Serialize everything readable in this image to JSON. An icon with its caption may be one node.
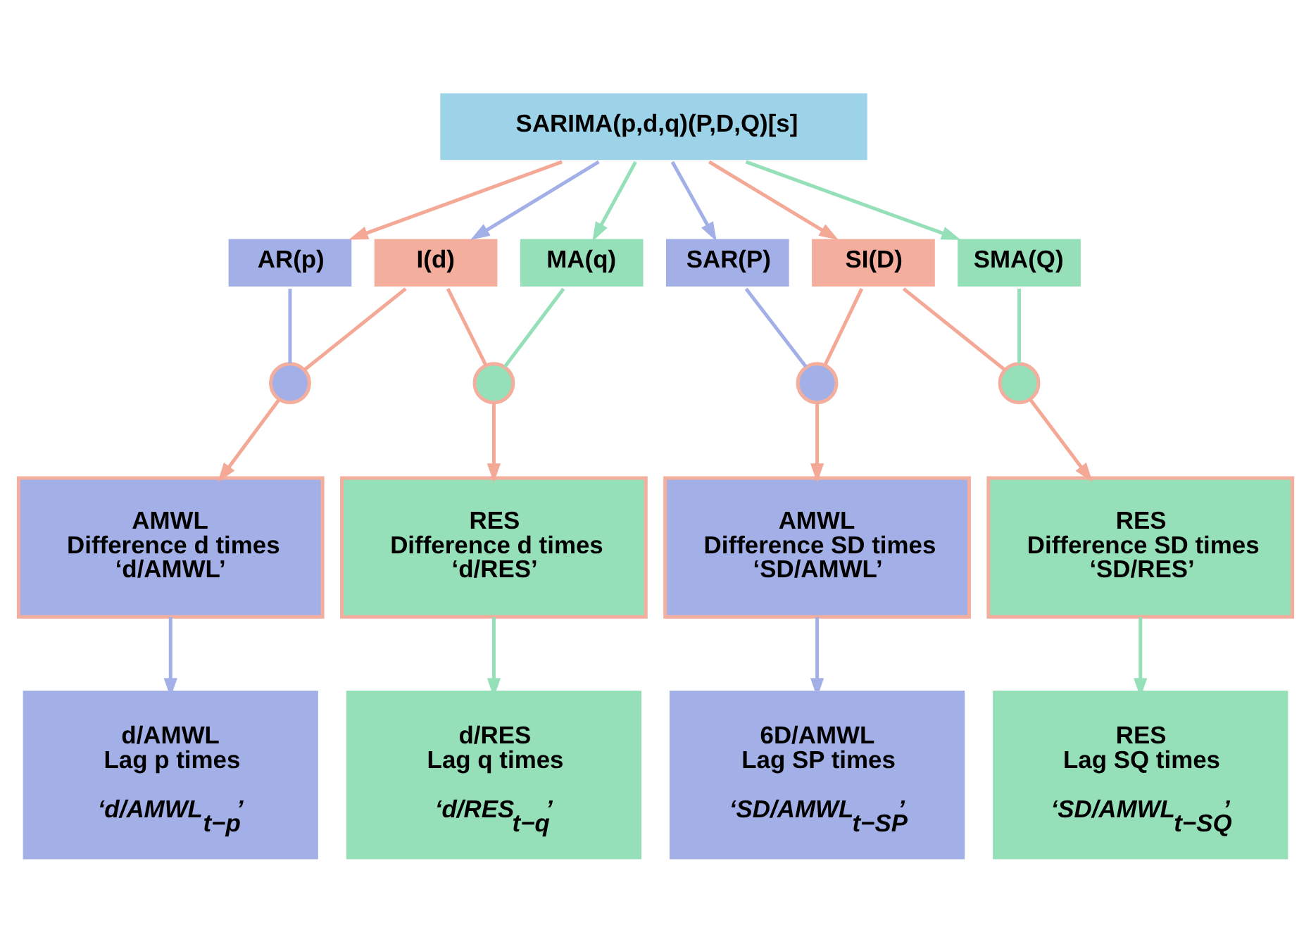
{
  "diagram": {
    "nodes": [
      {
        "text": [
          "SARIMA(p,d,q)(P,D,Q)[s]"
        ]
      },
      {
        "text": [
          "AR(p)"
        ]
      },
      {
        "text": [
          "I(d)"
        ]
      },
      {
        "text": [
          "MA(q)"
        ]
      },
      {
        "text": [
          "SAR(P)"
        ]
      },
      {
        "text": [
          "SI(D)"
        ]
      },
      {
        "text": [
          "SMA(Q)"
        ]
      },
      {
        "text": [],
        "shape": "circle"
      },
      {
        "text": [],
        "shape": "circle"
      },
      {
        "text": [],
        "shape": "circle"
      },
      {
        "text": [],
        "shape": "circle"
      },
      {
        "text": [
          "AMWL",
          "Difference d times",
          "‘d/AMWL’"
        ]
      },
      {
        "text": [
          "RES",
          "Difference d times",
          "‘d/RES’"
        ]
      },
      {
        "text": [
          "AMWL",
          "Difference SD times",
          "‘SD/AMWL’"
        ]
      },
      {
        "text": [
          "RES",
          "Difference SD times",
          "‘SD/RES’"
        ]
      },
      {
        "text": [
          "d/AMWL",
          "Lag p times",
          "‘d/AMWL$_{t−p}$’"
        ]
      },
      {
        "text": [
          "d/RES",
          "Lag q times",
          "‘d/RES$_{t−q}$’"
        ]
      },
      {
        "text": [
          "6D/AMWL",
          "Lag SP times",
          "‘SD/AMWL$_{t−SP}$’"
        ]
      },
      {
        "text": [
          "RES",
          "Lag SQ times",
          "‘SD/AMWL$_{t−SQ}$’"
        ]
      }
    ],
    "edges": [
      {
        "from": 0,
        "to": 1,
        "arrow": "to"
      },
      {
        "from": 0,
        "to": 2,
        "arrow": "to",
        "color": "#a3b0e8"
      },
      {
        "from": 0,
        "to": 3,
        "arrow": "to",
        "color": "#95dfb9"
      },
      {
        "from": 0,
        "to": 4,
        "arrow": "to",
        "color": "#a3b0e8"
      },
      {
        "from": 0,
        "to": 5,
        "arrow": "to"
      },
      {
        "from": 0,
        "to": 6,
        "arrow": "to",
        "color": "#95dfb9"
      },
      {
        "from": 1,
        "to": 7,
        "arrow": "none",
        "color": "#a3b0e8"
      },
      {
        "from": 2,
        "to": 7,
        "arrow": "none"
      },
      {
        "from": 2,
        "to": 8,
        "arrow": "none"
      },
      {
        "from": 3,
        "to": 8,
        "arrow": "none",
        "color": "#95dfb9"
      },
      {
        "from": 4,
        "to": 9,
        "arrow": "none",
        "color": "#a3b0e8"
      },
      {
        "from": 5,
        "to": 9,
        "arrow": "none"
      },
      {
        "from": 5,
        "to": 10,
        "arrow": "none"
      },
      {
        "from": 6,
        "to": 10,
        "arrow": "none",
        "color": "#95dfb9"
      },
      {
        "from": 7,
        "to": 11,
        "arrow": "to"
      },
      {
        "from": 8,
        "to": 12,
        "arrow": "to"
      },
      {
        "from": 9,
        "to": 13,
        "arrow": "to"
      },
      {
        "from": 10,
        "to": 14,
        "arrow": "to"
      },
      {
        "from": 11,
        "to": 15,
        "arrow": "to",
        "color": "#a3b0e8"
      },
      {
        "from": 12,
        "to": 16,
        "arrow": "to",
        "color": "#95dfb9"
      },
      {
        "from": 13,
        "to": 17,
        "arrow": "to",
        "color": "#a3b0e8"
      },
      {
        "from": 14,
        "to": 18,
        "arrow": "to",
        "color": "#95dfb9"
      }
    ]
  }
}
